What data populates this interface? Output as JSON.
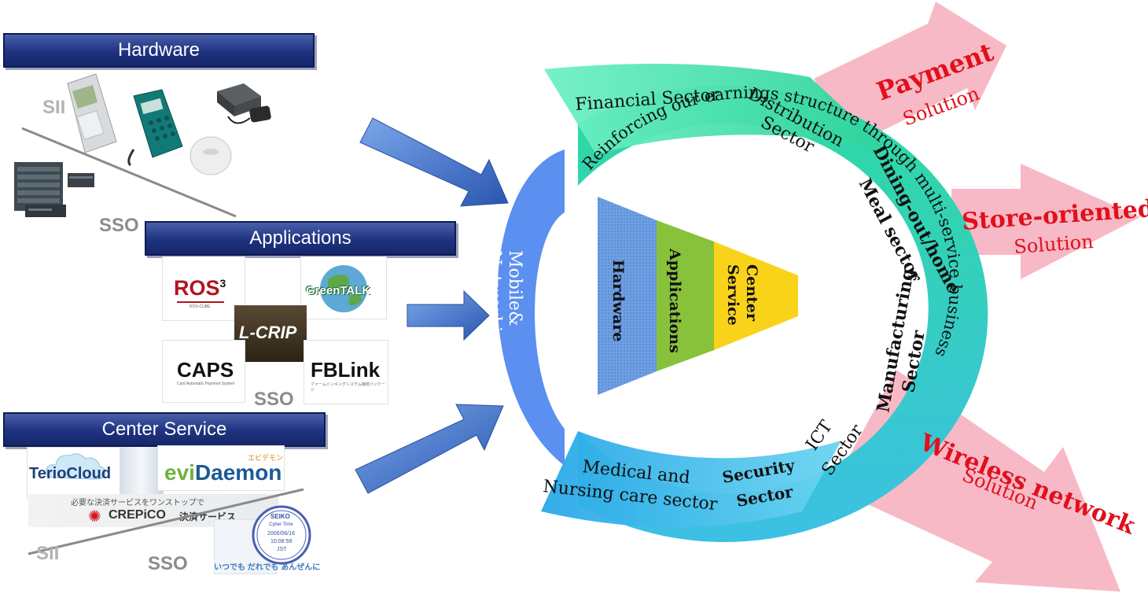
{
  "left": {
    "hardware": {
      "title": "Hardware",
      "sii": "SII",
      "sso": "SSO",
      "items": [
        "payment-terminal",
        "card-reader-pinpad",
        "ic-card-reader",
        "round-reader",
        "rack-server",
        "server-unit",
        "network-device"
      ]
    },
    "applications": {
      "title": "Applications",
      "ros": "ROS",
      "ros_sup": "3",
      "ros_sub": "ROS-CUBE",
      "green": "GreenTALK",
      "lcrip": "L-CRIP",
      "caps": "CAPS",
      "caps_sub": "Card Automatic Payment System",
      "fblink": "FBLink",
      "fblink_sub": "ファームバンキングシステム接続パッケージ",
      "sso": "SSO"
    },
    "center": {
      "title": "Center Service",
      "terio": "TerioCloud",
      "evi1": "evi",
      "evi2": "Daemon",
      "evi_kana": "エビデモン",
      "crepico_top": "必要な決済サービスをワンストップで",
      "crepico": "CREPiCO",
      "crepico_jp": "決済サービス",
      "seiko": "SEIKO",
      "seiko_sub": "Cyber Time",
      "stamp_date": "2006/06/16",
      "stamp_time": "10:08:59",
      "stamp_tz": "JST",
      "itsu": "いつでも だれでも あんぜんに",
      "sii": "SII",
      "sso": "SSO"
    }
  },
  "center": {
    "mobile_line1": "Mobile&",
    "mobile_line2": "Networking",
    "ring_text": "Reinforcing our earnings structure through multi-service business",
    "funnel": {
      "hardware": "Hardware",
      "applications": "Applications",
      "center_line1": "Center",
      "center_line2": "Service"
    },
    "sectors": {
      "financial": "Financial Sector",
      "distribution_1": "Distribution",
      "distribution_2": "Sector",
      "dining_1": "Dining-out/home",
      "dining_2": "Meal sector",
      "manufacturing_1": "Manufacturing",
      "manufacturing_2": "Sector",
      "ict_1": "ICT",
      "ict_2": "Sector",
      "security_1": "Security",
      "security_2": "Sector",
      "medical_1": "Medical and",
      "medical_2": "Nursing care sector"
    }
  },
  "right": {
    "payment_1": "Payment",
    "payment_2": "Solution",
    "store_1": "Store-oriented",
    "store_2": "Solution",
    "wireless_1": "Wireless network",
    "wireless_2": "Solution"
  },
  "colors": {
    "banner": "#1e3280",
    "arrow_blue": "#3a6cc4",
    "mobile_band": "#5b8ff0",
    "teal": "#3cdfb0",
    "cyan": "#38b8ea",
    "pink_arrow": "#f8b9c6",
    "solution_red": "#e0101c",
    "funnel_blue": "#5f92dd",
    "funnel_green": "#88c23b",
    "funnel_yellow": "#f9d31a"
  }
}
